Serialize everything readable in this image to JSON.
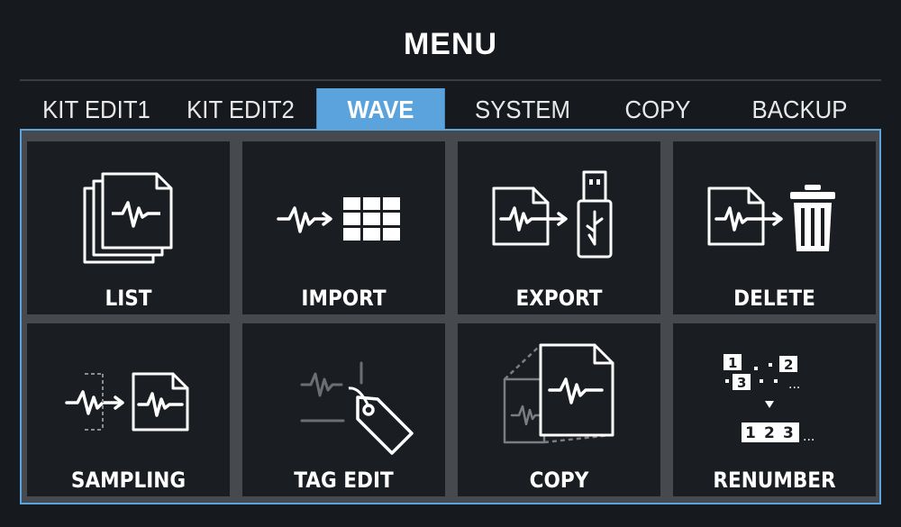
{
  "header": {
    "title": "MENU"
  },
  "tabs": [
    {
      "label": "KIT EDIT1",
      "active": false
    },
    {
      "label": "KIT EDIT2",
      "active": false
    },
    {
      "label": "WAVE",
      "active": true
    },
    {
      "label": "SYSTEM",
      "active": false
    },
    {
      "label": "COPY",
      "active": false
    },
    {
      "label": "BACKUP",
      "active": false
    }
  ],
  "items": [
    {
      "label": "LIST",
      "icon": "stacked-wave-files-icon"
    },
    {
      "label": "IMPORT",
      "icon": "wave-to-pads-icon"
    },
    {
      "label": "EXPORT",
      "icon": "wave-to-usb-icon"
    },
    {
      "label": "DELETE",
      "icon": "wave-to-trash-icon"
    },
    {
      "label": "SAMPLING",
      "icon": "sampling-wave-icon"
    },
    {
      "label": "TAG EDIT",
      "icon": "tag-icon"
    },
    {
      "label": "COPY",
      "icon": "copy-wave-file-icon"
    },
    {
      "label": "RENUMBER",
      "icon": "renumber-icon",
      "icon_text": [
        "1",
        "2",
        "3",
        "1",
        "2",
        "3",
        "..."
      ]
    }
  ],
  "colors": {
    "background": "#16191e",
    "tile": "#1a1d21",
    "accent": "#5aa3dc",
    "grid": "#46494d"
  }
}
